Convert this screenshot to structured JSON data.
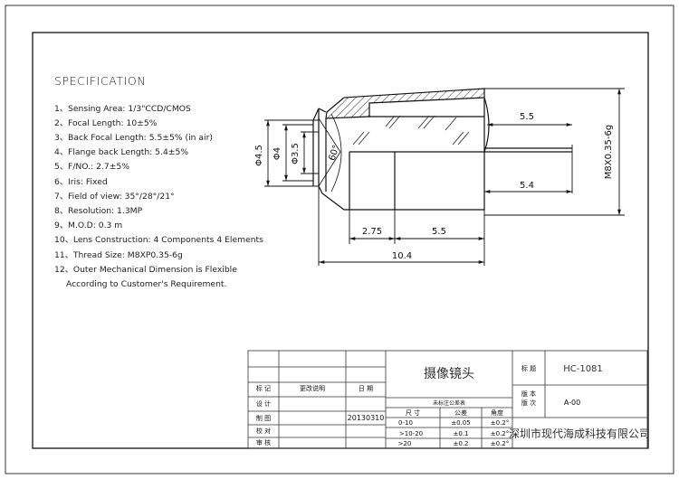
{
  "specification": {
    "heading": "SPECIFICATION",
    "items": [
      "1、Sensing Area: 1/3\"CCD/CMOS",
      "2、Focal Length: 10±5%",
      "3、Back Focal Length: 5.5±5% (in air)",
      "4、Flange back Length: 5.4±5%",
      "5、F/NO.: 2.7±5%",
      "6、Iris: Fixed",
      "7、Field of view: 35°/28°/21°",
      "8、Resolution: 1.3MP",
      "9、M.O.D: 0.3 m",
      "10、Lens Construction: 4 Components 4 Elements",
      "11、Thread Size: M8XP0.35-6g",
      "12、Outer Mechanical Dimension is Flexible",
      "According to Customer's Requirement."
    ]
  },
  "dimensions": {
    "d45": "Φ4.5",
    "d4": "Φ4",
    "d35": "Φ3.5",
    "angle": "60°",
    "bfl": "5.5",
    "flange": "5.4",
    "thread": "M8X0.35-6g",
    "seg1": "2.75",
    "seg2": "5.5",
    "total": "10.4"
  },
  "title_block": {
    "mark": "标 记",
    "change": "更改说明",
    "date": "日 期",
    "design": "设 计",
    "draw": "制 图",
    "check": "校 对",
    "review": "审 核",
    "draw_date": "20130310",
    "product_name": "摄像镜头",
    "tolerance_title": "未标注公差表",
    "tol_headers": [
      "尺 寸",
      "公差",
      "角度"
    ],
    "tol_rows": [
      [
        "0-10",
        "±0.05",
        "±0.2°"
      ],
      [
        ">10-20",
        "±0.1",
        "±0.2°"
      ],
      [
        ">20",
        "±0.2",
        "±0.2°"
      ]
    ],
    "label_name": "标 题",
    "label_version": "版 本\n版 次",
    "drawing_no": "HC-1081",
    "version": "A-00",
    "company": "深圳市现代海成科技有限公司"
  }
}
